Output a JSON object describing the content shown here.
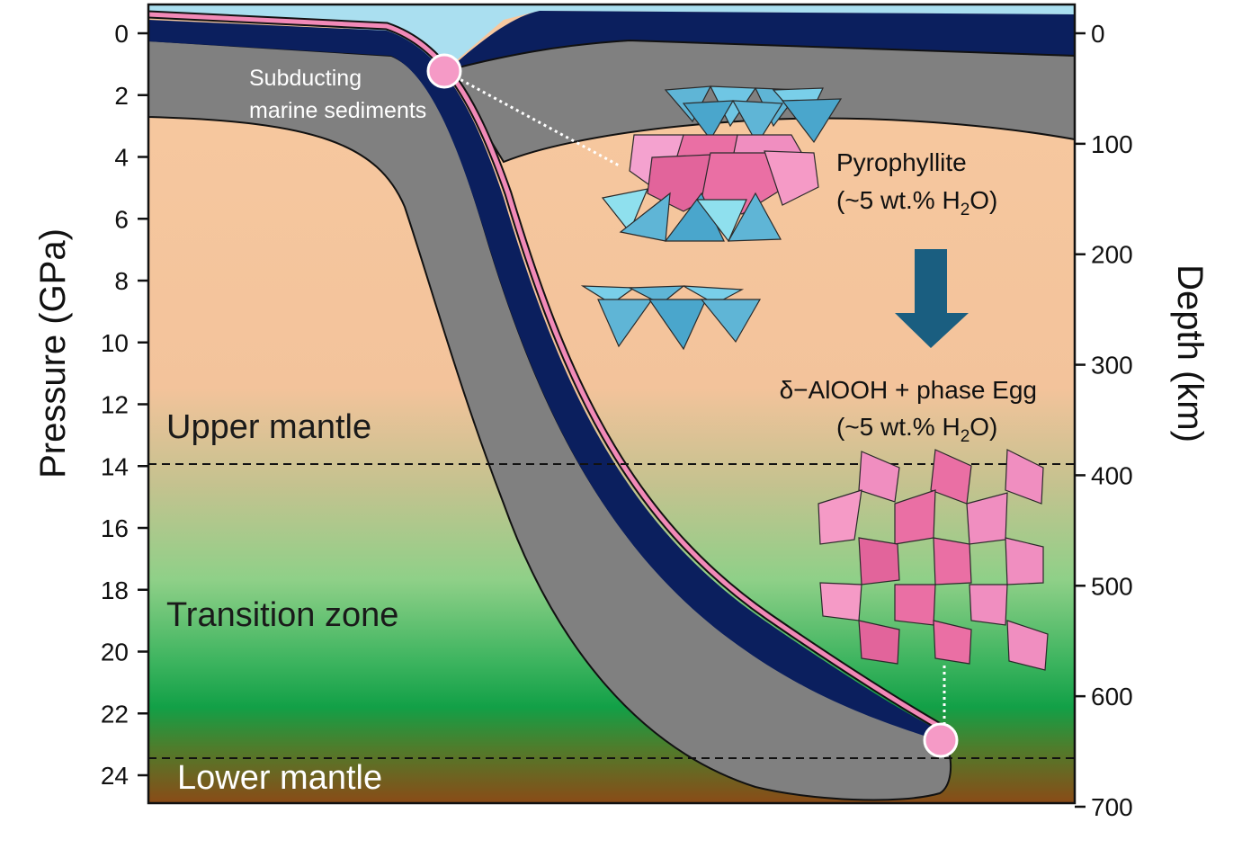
{
  "axes": {
    "left_title": "Pressure (GPa)",
    "right_title": "Depth (km)",
    "pressure_ticks": [
      "0",
      "2",
      "4",
      "6",
      "8",
      "10",
      "12",
      "14",
      "16",
      "18",
      "20",
      "22",
      "24"
    ],
    "depth_ticks": [
      "0",
      "100",
      "200",
      "300",
      "400",
      "500",
      "600",
      "700"
    ]
  },
  "zones": {
    "upper": "Upper mantle",
    "transition": "Transition zone",
    "lower": "Lower mantle"
  },
  "annotations": {
    "sediments_line1": "Subducting",
    "sediments_line2": "marine sediments",
    "pyro_name": "Pyrophyllite",
    "pyro_water_prefix": "(~5 wt.% H",
    "pyro_water_sub": "2",
    "pyro_water_suffix": "O)",
    "delta_name": "δ−AlOOH + phase Egg",
    "delta_water_prefix": "(~5 wt.% H",
    "delta_water_sub": "2",
    "delta_water_suffix": "O)"
  },
  "colors": {
    "ocean": "#aadff0",
    "slab_navy": "#0b1f5e",
    "lithosphere_gray": "#808080",
    "sediment_pink": "#f28ab8",
    "tetrahedra_blue": "#5fb5d6",
    "octahedra_pink": "#ea6fa4",
    "arrow": "#1a5e80"
  },
  "icons": {
    "structures": [
      "pyrophyllite-crystal-structure",
      "tetrahedral-sheet",
      "delta-alooh-phase-egg-structure"
    ]
  }
}
